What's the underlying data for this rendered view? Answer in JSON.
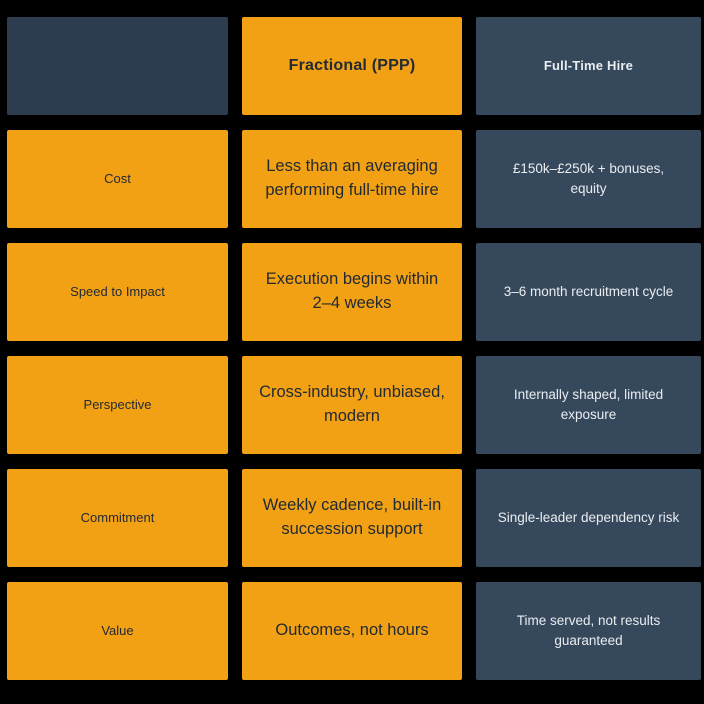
{
  "title": "Fractional (PPP) vs Full-Time Hire comparison",
  "colors": {
    "background": "#000000",
    "accent_orange": "#F2A114",
    "header_navy": "#2D3C4F",
    "cell_navy": "#36495C",
    "text_on_orange": "#222A33",
    "text_on_navy": "#E9EDF0",
    "header_text_light": "#F4F6F8"
  },
  "chart_data": {
    "type": "table",
    "columns": [
      "",
      "Fractional (PPP)",
      "Full-Time Hire"
    ],
    "rows": [
      [
        "Cost",
        "Less than an averaging performing full-time hire",
        "£150k–£250k + bonuses, equity"
      ],
      [
        "Speed to Impact",
        "Execution begins within 2–4 weeks",
        "3–6 month recruitment cycle"
      ],
      [
        "Perspective",
        "Cross-industry, unbiased, modern",
        "Internally shaped, limited exposure"
      ],
      [
        "Commitment",
        "Weekly cadence, built-in succession support",
        "Single-leader dependency risk"
      ],
      [
        "Value",
        "Outcomes, not hours",
        "Time served, not results guaranteed"
      ]
    ],
    "layout": {
      "grid": "3 columns x 6 rows",
      "header_row": true,
      "background": "black",
      "column_colors": [
        "orange",
        "orange",
        "slate-navy"
      ],
      "header_colors": [
        "dark-navy",
        "orange",
        "slate-navy"
      ]
    }
  }
}
